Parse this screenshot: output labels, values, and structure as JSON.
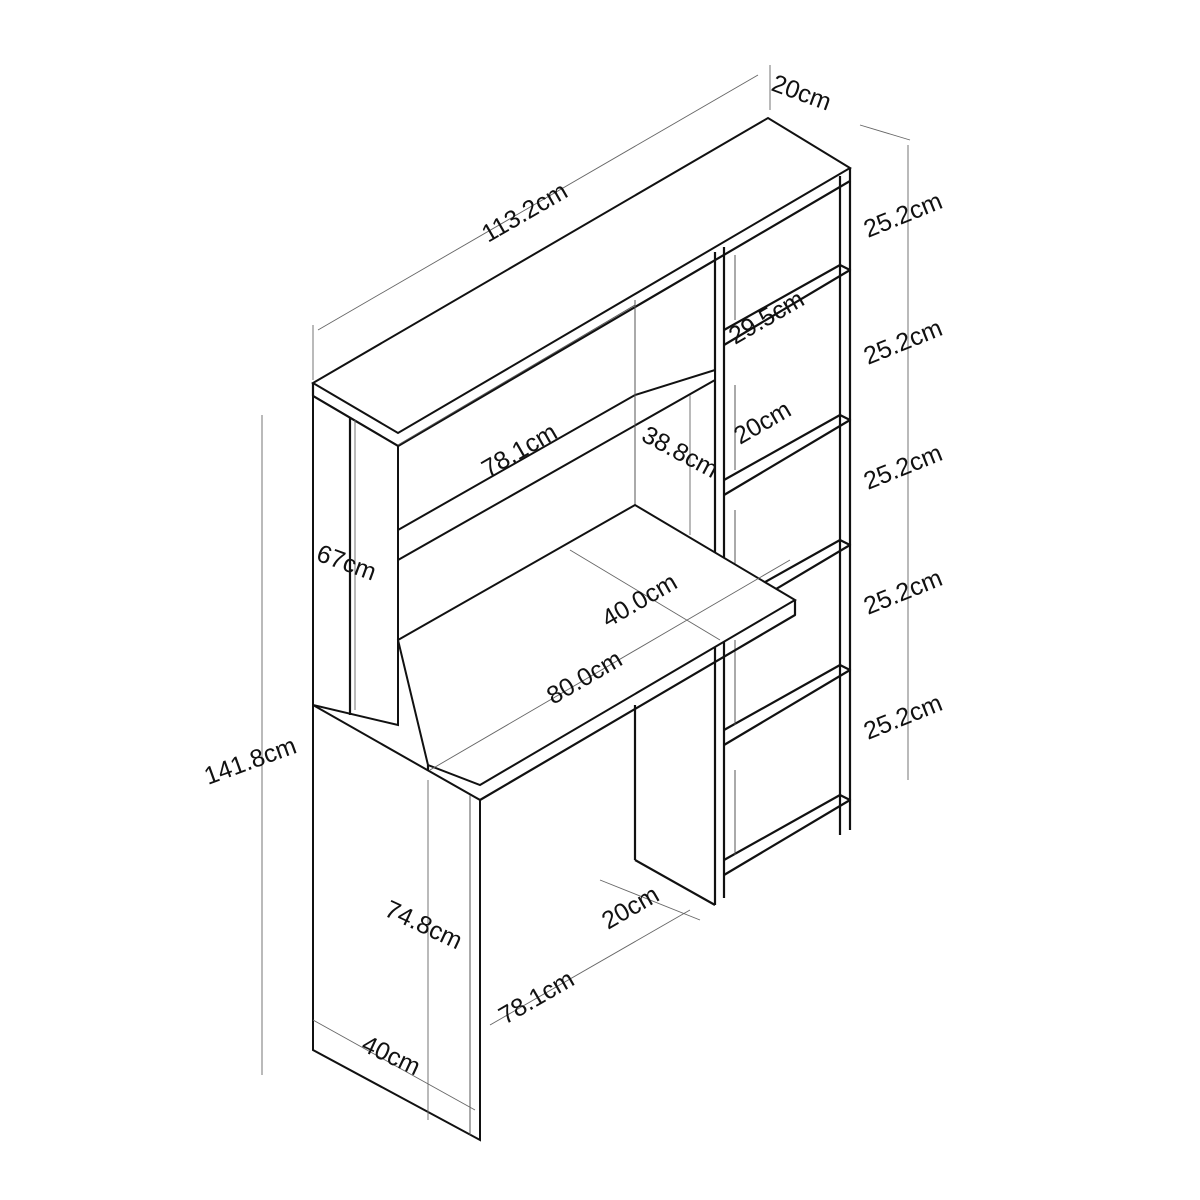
{
  "diagram": {
    "subject": "Desk with bookshelf hutch - dimension drawing",
    "labels": {
      "total_width": "113.2cm",
      "top_depth": "20cm",
      "shelf_heights": [
        "25.2cm",
        "25.2cm",
        "25.2cm",
        "25.2cm",
        "25.2cm"
      ],
      "shelf_width": "29.5cm",
      "shelf_depth": "20cm",
      "hutch_shelf_width": "78.1cm",
      "hutch_opening_height": "38.8cm",
      "hutch_side_height": "67cm",
      "desk_depth": "40.0cm",
      "desk_width": "80.0cm",
      "total_height": "141.8cm",
      "desk_height": "74.8cm",
      "leg_depth": "40cm",
      "under_desk_width": "78.1cm",
      "divider_depth": "20cm"
    }
  }
}
